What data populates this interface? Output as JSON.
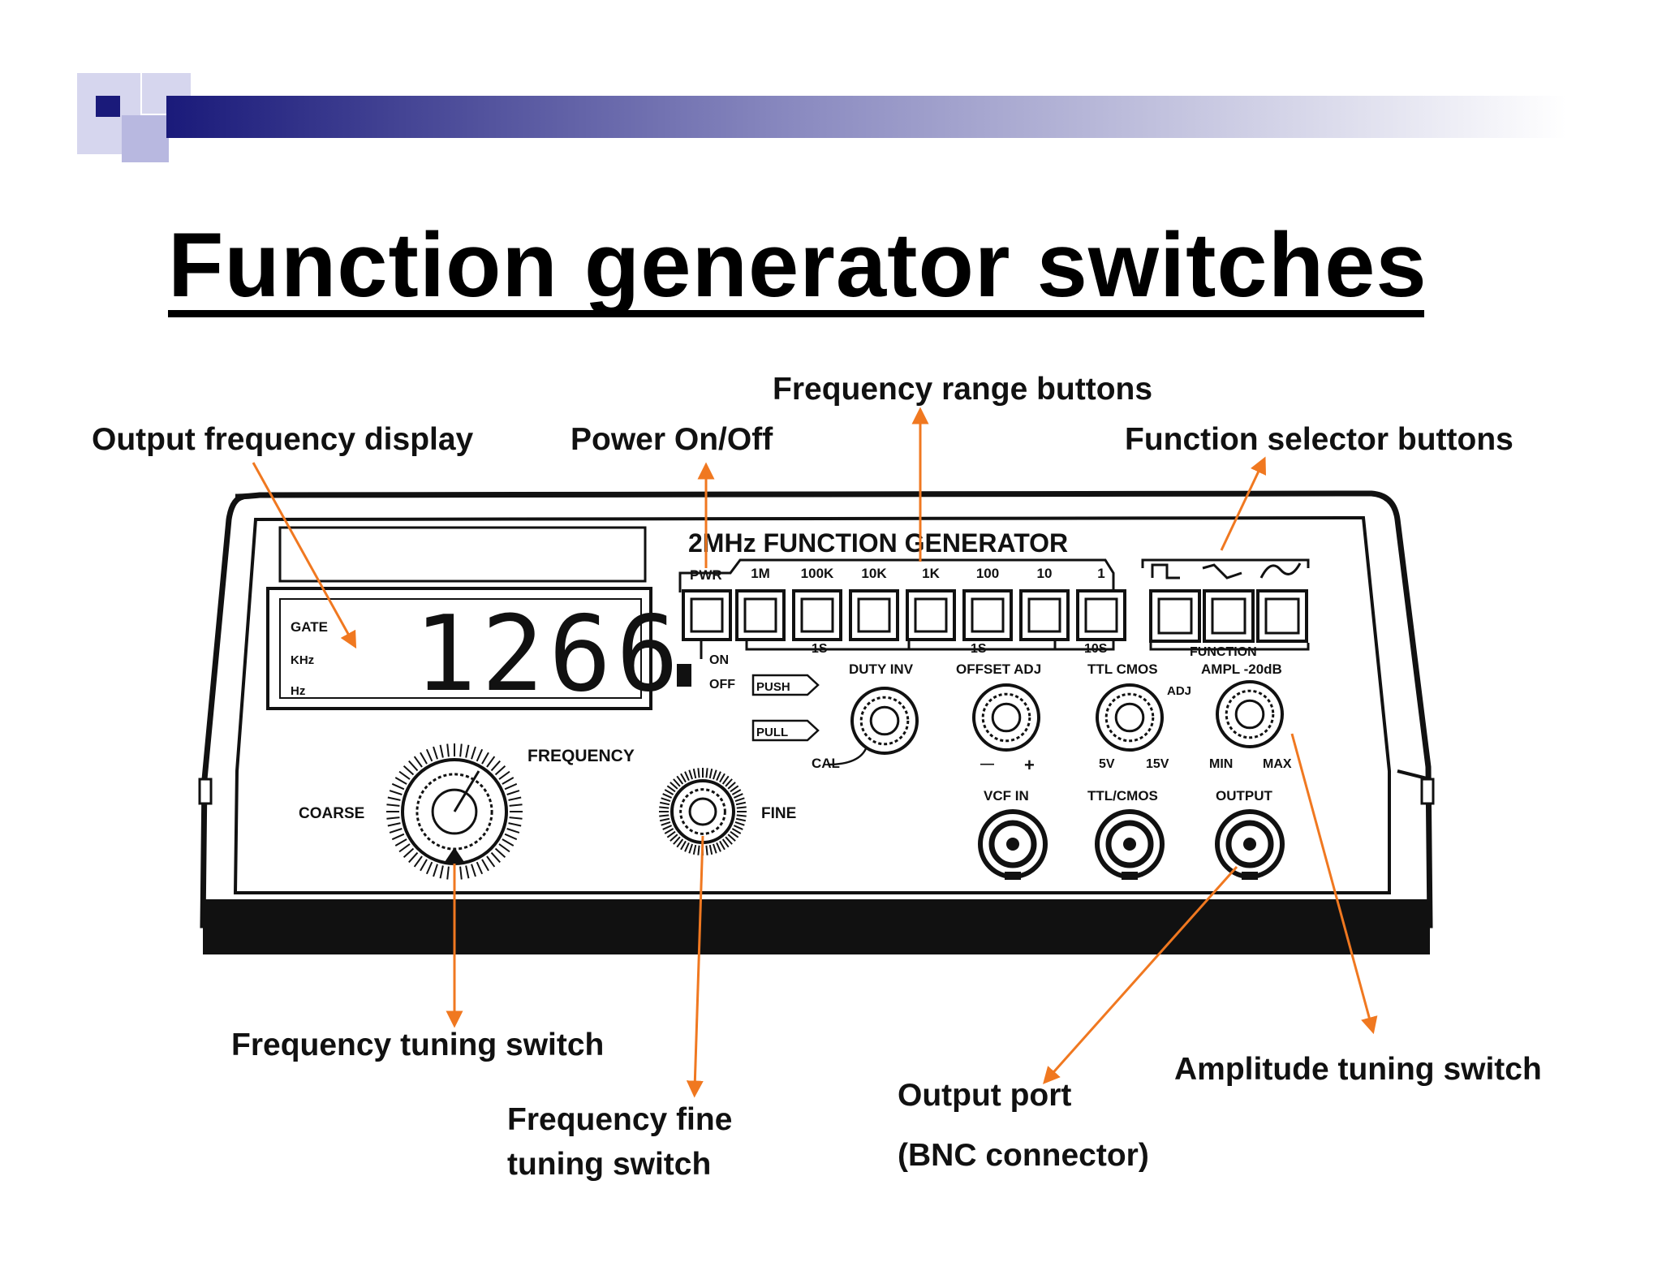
{
  "slide": {
    "title": "Function generator switches",
    "accent_colors": {
      "navy": "#1a1a7a",
      "lavender": "#c8c8e6",
      "arrow": "#f07820"
    }
  },
  "device": {
    "model_label": "2MHz FUNCTION GENERATOR",
    "display_value": "1266",
    "display_units": [
      "GATE",
      "KHz",
      "Hz"
    ],
    "range_buttons": [
      "1M",
      "100K",
      "10K",
      "1K",
      "100",
      "10",
      "1"
    ],
    "power_label": "PWR",
    "power_states": [
      "ON",
      "OFF"
    ],
    "gate_time_labels": [
      "1S",
      "1S",
      "10S"
    ],
    "function_label": "FUNCTION",
    "function_waveforms": [
      "square-wave-icon",
      "triangle-wave-icon",
      "sine-wave-icon"
    ],
    "push_label": "PUSH",
    "pull_label": "PULL",
    "knob_labels": {
      "duty": "DUTY INV",
      "cal": "CAL",
      "offset": "OFFSET ADJ",
      "offset_minus": "—",
      "offset_plus": "+",
      "ttl": "TTL CMOS",
      "adj": "ADJ",
      "v5": "5V",
      "v15": "15V",
      "ampl": "AMPL -20dB",
      "min": "MIN",
      "max": "MAX",
      "frequency": "FREQUENCY",
      "coarse": "COARSE",
      "fine": "FINE"
    },
    "connector_labels": [
      "VCF IN",
      "TTL/CMOS",
      "OUTPUT"
    ]
  },
  "callouts": {
    "output_frequency_display": "Output frequency display",
    "power_on_off": "Power On/Off",
    "frequency_range_buttons": "Frequency range buttons",
    "function_selector_buttons": "Function selector buttons",
    "frequency_tuning_switch": "Frequency tuning switch",
    "frequency_fine_line1": "Frequency fine",
    "frequency_fine_line2": "tuning switch",
    "output_port_line1": "Output port",
    "output_port_line2": "(BNC connector)",
    "amplitude_tuning_switch": "Amplitude tuning switch"
  }
}
